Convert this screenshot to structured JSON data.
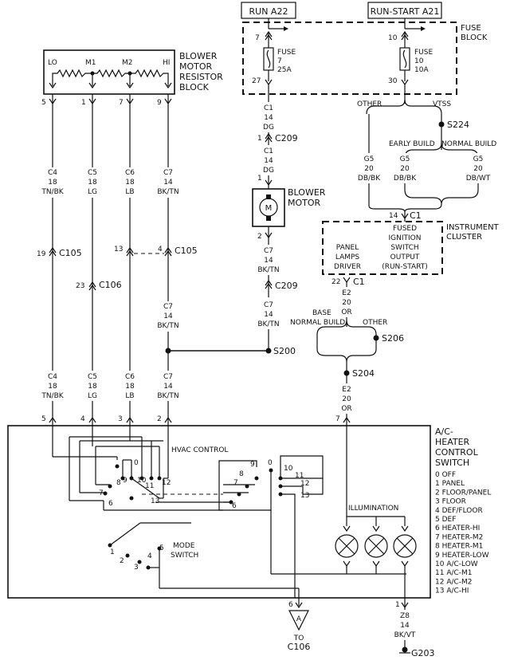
{
  "run_a22": "RUN A22",
  "run_start_a21": "RUN-START A21",
  "fuse_block": [
    "FUSE",
    "BLOCK"
  ],
  "fuse7": {
    "pin_top": "7",
    "pin_bot": "27",
    "lines": [
      "FUSE",
      "7",
      "25A"
    ]
  },
  "fuse10": {
    "pin_top": "10",
    "pin_bot": "30",
    "lines": [
      "FUSE",
      "10",
      "10A"
    ]
  },
  "resistor_block": {
    "title": [
      "BLOWER",
      "MOTOR",
      "RESISTOR",
      "BLOCK"
    ],
    "taps": [
      "LO",
      "M1",
      "M2",
      "HI"
    ],
    "pins": [
      "5",
      "1",
      "7",
      "9"
    ]
  },
  "wires_top": [
    {
      "c": "C4",
      "g": "18",
      "col": "TN/BK"
    },
    {
      "c": "C5",
      "g": "18",
      "col": "LG"
    },
    {
      "c": "C6",
      "g": "18",
      "col": "LB"
    },
    {
      "c": "C7",
      "g": "14",
      "col": "BK/TN"
    }
  ],
  "wires_bottom": [
    {
      "c": "C4",
      "g": "18",
      "col": "TN/BK"
    },
    {
      "c": "C5",
      "g": "18",
      "col": "LG"
    },
    {
      "c": "C6",
      "g": "18",
      "col": "LB"
    },
    {
      "c": "C7",
      "g": "14",
      "col": "BK/TN"
    }
  ],
  "c105": {
    "pin19": "19",
    "pin13": "13",
    "pin4": "4",
    "label": "C105"
  },
  "c106": {
    "pin": "23",
    "label": "C106"
  },
  "run_wire": {
    "seg1": {
      "c": "C1",
      "g": "14",
      "col": "DG"
    },
    "c209_pin": "1",
    "c209": "C209",
    "seg2": {
      "c": "C1",
      "g": "14",
      "col": "DG"
    }
  },
  "motor": {
    "pin_top": "1",
    "pin_bot": "2",
    "letter": "M",
    "label": [
      "BLOWER",
      "MOTOR"
    ]
  },
  "motor_out": {
    "seg1": {
      "c": "C7",
      "g": "14",
      "col": "BK/TN"
    },
    "c209": "C209",
    "seg2": {
      "c": "C7",
      "g": "14",
      "col": "BK/TN"
    }
  },
  "s200": "S200",
  "fuse_out_labels": {
    "other": "OTHER",
    "vtss": "VTSS"
  },
  "s224": "S224",
  "builds": {
    "early": "EARLY BUILD",
    "normal": "NORMAL BUILD"
  },
  "g5_left": {
    "c": "G5",
    "g": "20",
    "col": "DB/BK"
  },
  "g5_mid": {
    "c": "G5",
    "g": "20",
    "col": "DB/BK"
  },
  "g5_right": {
    "c": "G5",
    "g": "20",
    "col": "DB/WT"
  },
  "ic_in": {
    "pin": "14",
    "conn": "C1"
  },
  "instrument_cluster": {
    "label": [
      "INSTRUMENT",
      "CLUSTER"
    ],
    "fused": [
      "FUSED",
      "IGNITION",
      "SWITCH",
      "OUTPUT",
      "(RUN-START)"
    ],
    "panel": [
      "PANEL",
      "LAMPS",
      "DRIVER"
    ]
  },
  "ic_out": {
    "pin": "22",
    "conn": "C1"
  },
  "e2_top": {
    "c": "E2",
    "g": "20",
    "col": "OR"
  },
  "base_build": [
    "BASE",
    "NORMAL BUILD"
  ],
  "other2": "OTHER",
  "s206": "S206",
  "s204": "S204",
  "e2_bottom": {
    "c": "E2",
    "g": "20",
    "col": "OR"
  },
  "switch_pins": [
    "5",
    "4",
    "3",
    "2",
    "7"
  ],
  "switch_title": [
    "A/C-",
    "HEATER",
    "CONTROL",
    "SWITCH"
  ],
  "positions": [
    "0  OFF",
    "1  PANEL",
    "2  FLOOR/PANEL",
    "3  FLOOR",
    "4  DEF/FLOOR",
    "5  DEF",
    "6  HEATER-HI",
    "7  HEATER-M2",
    "8  HEATER-M1",
    "9  HEATER-LOW",
    "10 A/C-LOW",
    "11 A/C-M1",
    "12 A/C-M2",
    "13 A/C-HI"
  ],
  "hvac_control": "HVAC CONTROL",
  "illumination": "ILLUMINATION",
  "mode_switch": [
    "MODE",
    "SWITCH"
  ],
  "left_sw_nums": [
    "0",
    "8",
    "9",
    "10",
    "11",
    "12",
    "7",
    "6",
    "13"
  ],
  "right_sw_nums": [
    "9",
    "0",
    "10",
    "8",
    "11",
    "7",
    "12",
    "6",
    "13"
  ],
  "mode_nums": [
    "1",
    "2",
    "3",
    "4",
    "5"
  ],
  "bottom_left": {
    "pin": "6",
    "letter": "A",
    "to": [
      "TO",
      "C106"
    ]
  },
  "bottom_right": {
    "pin": "1",
    "c": "Z8",
    "g": "14",
    "col": "BK/VT",
    "ground": "G203"
  }
}
